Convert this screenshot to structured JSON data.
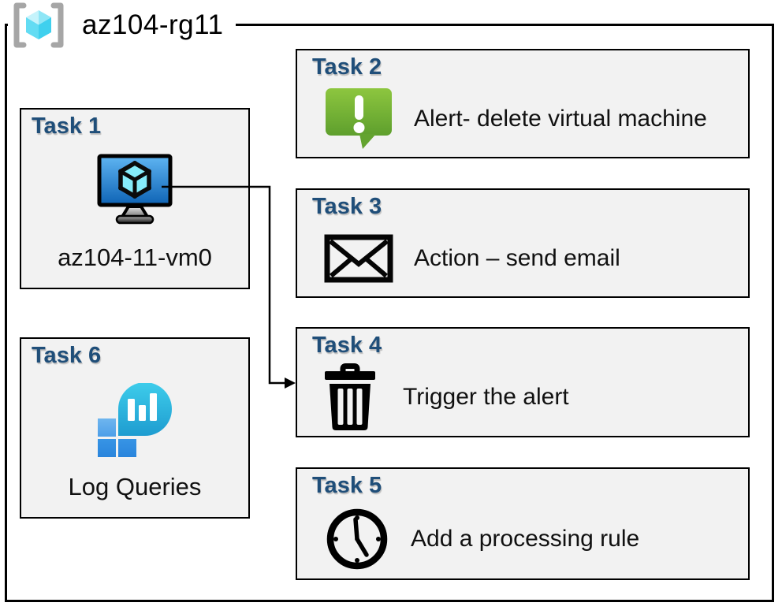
{
  "resource_group": {
    "label": "az104-rg11"
  },
  "tasks": [
    {
      "title": "Task 1",
      "label": "az104-11-vm0",
      "icon": "virtual-machine-icon"
    },
    {
      "title": "Task 2",
      "label": "Alert- delete virtual machine",
      "icon": "alert-message-icon"
    },
    {
      "title": "Task 3",
      "label": "Action – send email",
      "icon": "email-envelope-icon"
    },
    {
      "title": "Task 4",
      "label": "Trigger the alert",
      "icon": "trash-icon"
    },
    {
      "title": "Task 5",
      "label": "Add a processing rule",
      "icon": "clock-icon"
    },
    {
      "title": "Task 6",
      "label": "Log Queries",
      "icon": "log-analytics-icon"
    }
  ],
  "colors": {
    "task_title_blue": "#1F4E79",
    "box_fill": "#F2F2F2",
    "box_border": "#000000",
    "alert_green_top": "#8DC63F",
    "alert_green_bottom": "#5E9F2D",
    "vm_screen_blue_top": "#5FB5F2",
    "vm_screen_blue_bottom": "#0E63B5",
    "log_bubble_cyan_top": "#3ECDEB",
    "log_bubble_cyan_bottom": "#1E9CD0",
    "log_square_light": "#61AEEC",
    "log_square_dark": "#2A85DC",
    "rg_bracket_gray": "#A6A6A6",
    "rg_cube_cyan": "#50D9F2"
  }
}
